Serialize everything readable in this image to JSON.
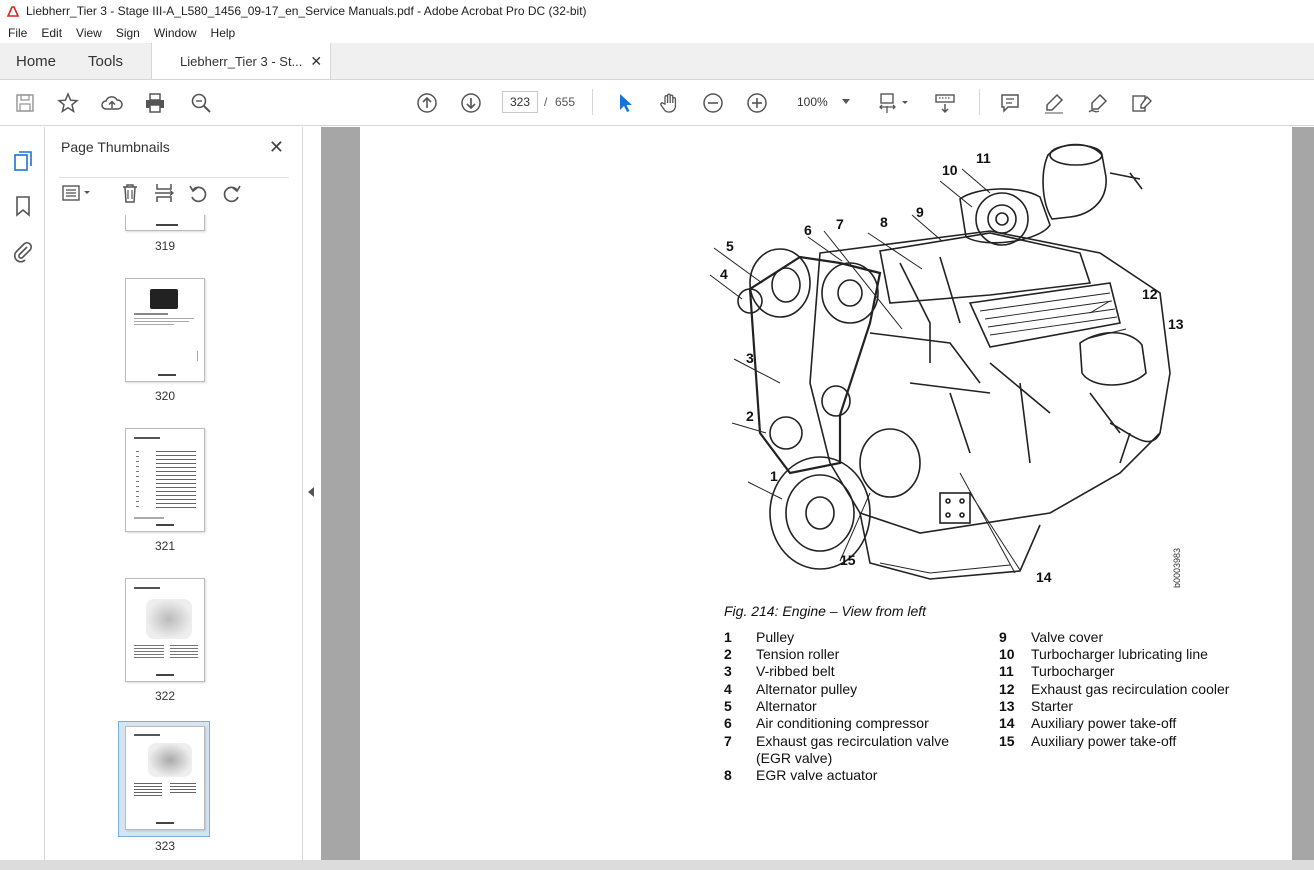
{
  "window": {
    "title": "Liebherr_Tier 3 - Stage III-A_L580_1456_09-17_en_Service Manuals.pdf - Adobe Acrobat Pro DC (32-bit)"
  },
  "menu": [
    "File",
    "Edit",
    "View",
    "Sign",
    "Window",
    "Help"
  ],
  "tabs": {
    "home": "Home",
    "tools": "Tools",
    "document": "Liebherr_Tier 3 - St..."
  },
  "toolbar": {
    "page_current": "323",
    "page_sep": "/",
    "page_total": "655",
    "zoom": "100%"
  },
  "panel": {
    "title": "Page Thumbnails"
  },
  "thumbnails": [
    {
      "label": "319"
    },
    {
      "label": "320"
    },
    {
      "label": "321"
    },
    {
      "label": "322"
    },
    {
      "label": "323",
      "selected": true
    }
  ],
  "document": {
    "caption": "Fig. 214: Engine – View from left",
    "watermark": "b0003983",
    "callouts": [
      "1",
      "2",
      "3",
      "4",
      "5",
      "6",
      "7",
      "8",
      "9",
      "10",
      "11",
      "12",
      "13",
      "14",
      "15"
    ],
    "legend_left": [
      {
        "num": "1",
        "text": "Pulley"
      },
      {
        "num": "2",
        "text": "Tension roller"
      },
      {
        "num": "3",
        "text": "V-ribbed belt"
      },
      {
        "num": "4",
        "text": "Alternator pulley"
      },
      {
        "num": "5",
        "text": "Alternator"
      },
      {
        "num": "6",
        "text": "Air conditioning compressor"
      },
      {
        "num": "7",
        "text": "Exhaust gas recirculation valve"
      },
      {
        "num": "",
        "text": "(EGR valve)"
      },
      {
        "num": "8",
        "text": "EGR valve actuator"
      }
    ],
    "legend_right": [
      {
        "num": "9",
        "text": "Valve cover"
      },
      {
        "num": "10",
        "text": "Turbocharger lubricating line"
      },
      {
        "num": "11",
        "text": "Turbocharger"
      },
      {
        "num": "12",
        "text": "Exhaust gas recirculation cooler"
      },
      {
        "num": "13",
        "text": "Starter"
      },
      {
        "num": "14",
        "text": "Auxiliary power take-off"
      },
      {
        "num": "15",
        "text": "Auxiliary power take-off"
      }
    ]
  }
}
